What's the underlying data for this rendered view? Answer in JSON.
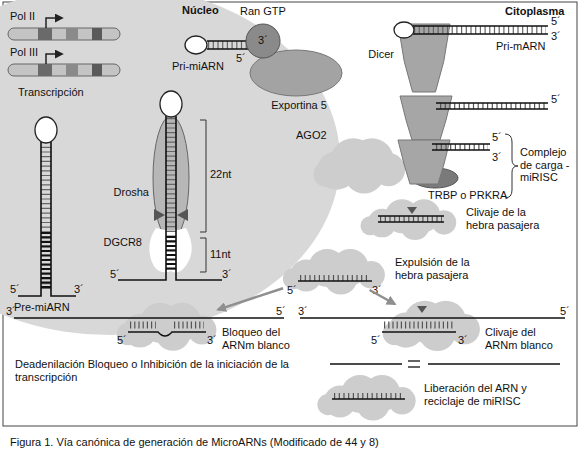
{
  "diagram": {
    "caption": "Figura 1. Vía canónica de generación de MicroARNs (Modificado de 44 y 8)",
    "nodes": [
      {
        "text": [
          "Núcleo"
        ]
      },
      {
        "text": [
          "Drosha"
        ],
        "in": 0
      },
      {
        "text": [
          "DGCR8"
        ],
        "in": 0
      },
      {
        "text": [
          "Ran GTP",
          "3´"
        ]
      },
      {
        "text": [
          "Exportina 5"
        ]
      },
      {
        "text": [
          "Dicer"
        ]
      },
      {
        "text": [
          "AGO2"
        ]
      },
      {
        "text": [
          "TRBP o PRKRA"
        ]
      },
      {
        "text": [
          "Clivaje de la hebra pasajera"
        ]
      },
      {
        "text": [
          "Expulsión de la hebra pasajera"
        ]
      },
      {
        "text": [
          "Bloqueo del ARNm blanco"
        ]
      },
      {
        "text": [
          "Clivaje del ARNm blanco"
        ]
      },
      {
        "text": [
          "Liberación del ARN y reciclaje de miRISC"
        ]
      }
    ],
    "edges": [
      {
        "from": 9,
        "to": 10,
        "arrow": "to"
      },
      {
        "from": 9,
        "to": 11,
        "arrow": "to"
      }
    ],
    "labels": [
      "Pol II",
      "Pol III",
      "Transcripción",
      "Pri-miARN",
      "5´",
      "Citoplasma",
      "Pri-mARN",
      "5´",
      "3´",
      "22nt",
      "11nt",
      "Pre-miARN",
      "5´",
      "3´",
      "5´",
      "3´",
      "5´",
      "Complejo de carga - miRISC",
      "5´",
      "3´",
      "5´",
      "3´",
      "3´",
      "5´",
      "5´",
      "3´",
      "3´",
      "5´",
      "5´",
      "3´",
      "Deadenilación Bloqueo o Inhibición de la iniciación de la transcripción"
    ]
  }
}
